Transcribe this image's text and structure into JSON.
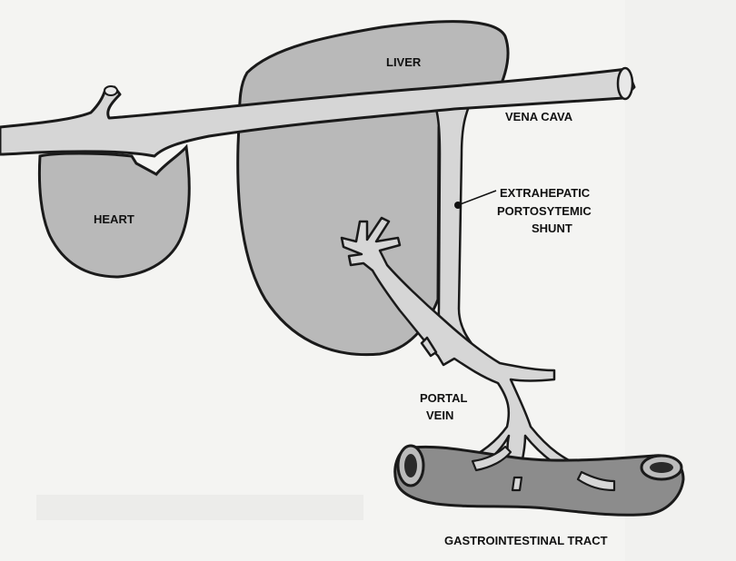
{
  "labels": {
    "liver": "LIVER",
    "vena_cava": "VENA CAVA",
    "heart": "HEART",
    "shunt_line1": "EXTRAHEPATIC",
    "shunt_line2": "PORTOSYTEMIC",
    "shunt_line3": "SHUNT",
    "portal_line1": "PORTAL",
    "portal_line2": "VEIN",
    "gi_tract": "GASTROINTESTINAL TRACT"
  },
  "colors": {
    "organ_fill": "#b9b9b9",
    "vessel_fill": "#d6d6d6",
    "gi_fill": "#8c8c8c",
    "outline": "#1a1a1a",
    "background": "#f4f4f2"
  }
}
